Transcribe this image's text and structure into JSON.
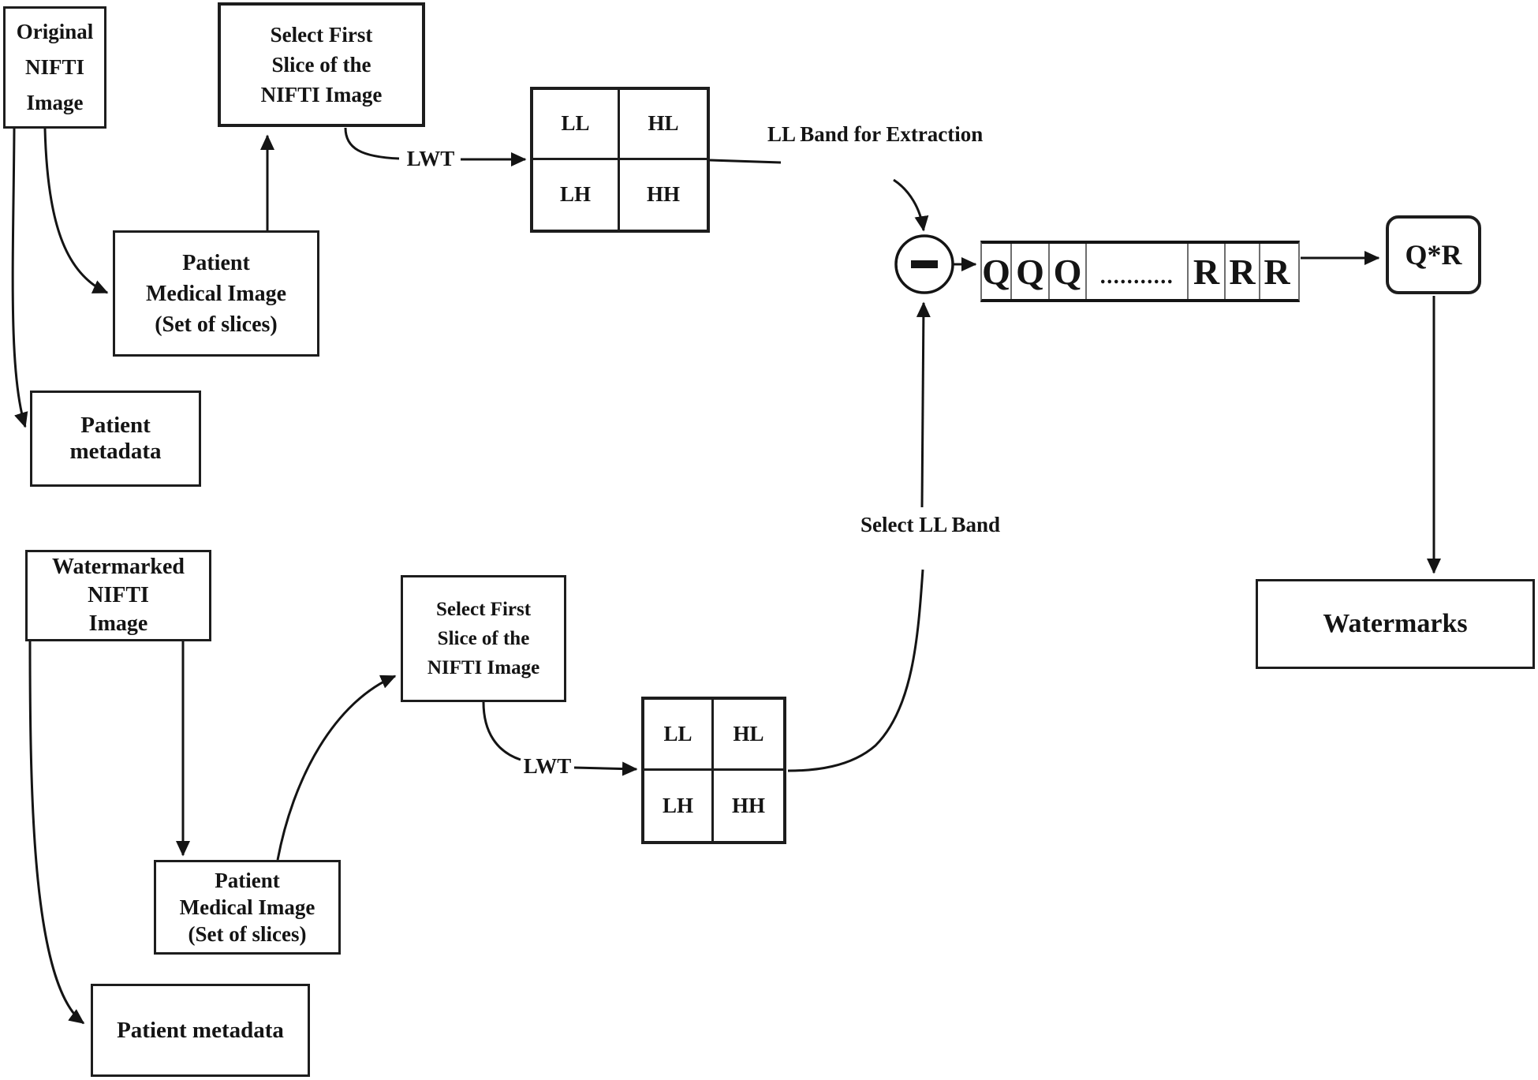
{
  "colors": {
    "ink": "#141414",
    "background": "#ffffff"
  },
  "boxes": {
    "original_nifti": {
      "lines": [
        "Original",
        "NIFTI",
        "Image"
      ]
    },
    "select_first_top": {
      "lines": [
        "Select First",
        "Slice of the",
        "NIFTI Image"
      ]
    },
    "patient_medical_top": {
      "lines": [
        "Patient",
        "Medical Image",
        "(Set of slices)"
      ]
    },
    "patient_metadata_top": {
      "label": "Patient metadata"
    },
    "watermarked_nifti": {
      "lines": [
        "Watermarked",
        "NIFTI",
        "Image"
      ]
    },
    "select_first_bottom": {
      "lines": [
        "Select First",
        "Slice of the",
        "NIFTI Image"
      ]
    },
    "patient_medical_bottom": {
      "lines": [
        "Patient",
        "Medical Image",
        "(Set of slices)"
      ]
    },
    "patient_metadata_bottom": {
      "label": "Patient metadata"
    },
    "qr": {
      "label": "Q*R"
    },
    "watermarks": {
      "label": "Watermarks"
    }
  },
  "labels": {
    "lwt_top": "LWT",
    "lwt_bottom": "LWT",
    "ll_band_extraction": {
      "lines": [
        "LL Band",
        "for",
        "Extraction"
      ]
    },
    "select_ll_band": {
      "lines": [
        "Select",
        "LL Band"
      ]
    },
    "minus": "−"
  },
  "grid_top": {
    "cells": [
      "LL",
      "HL",
      "LH",
      "HH"
    ]
  },
  "grid_bottom": {
    "cells": [
      "LL",
      "HL",
      "LH",
      "HH"
    ]
  },
  "sequence": {
    "cells": [
      "Q",
      "Q",
      "Q",
      "...........",
      "R",
      "R",
      "R"
    ]
  }
}
